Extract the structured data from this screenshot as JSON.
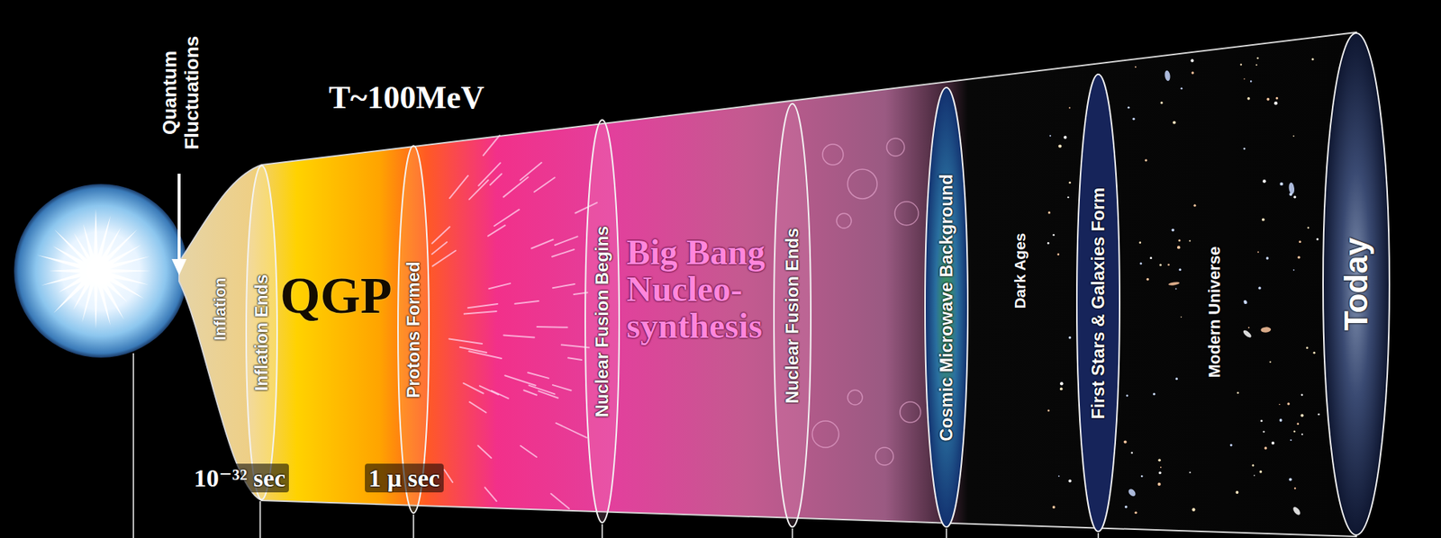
{
  "diagram": {
    "nodes": [
      {
        "text": [
          "Inflation Ends"
        ]
      },
      {
        "text": [
          "Protons Formed"
        ]
      },
      {
        "text": [
          "Nuclear Fusion Begins"
        ]
      },
      {
        "text": [
          "Nuclear Fusion Ends"
        ]
      },
      {
        "text": [
          "Cosmic Microwave Background"
        ]
      },
      {
        "text": [
          "First Stars & Galaxies Form"
        ]
      },
      {
        "text": [
          "Today"
        ]
      }
    ],
    "labels": [
      "Quantum Fluctuations",
      "T~100MeV",
      "Inflation",
      "QGP",
      "Big Bang Nucleo- synthesis",
      "Dark Ages",
      "Modern Universe",
      "10⁻³² sec",
      "1 μ sec"
    ]
  }
}
